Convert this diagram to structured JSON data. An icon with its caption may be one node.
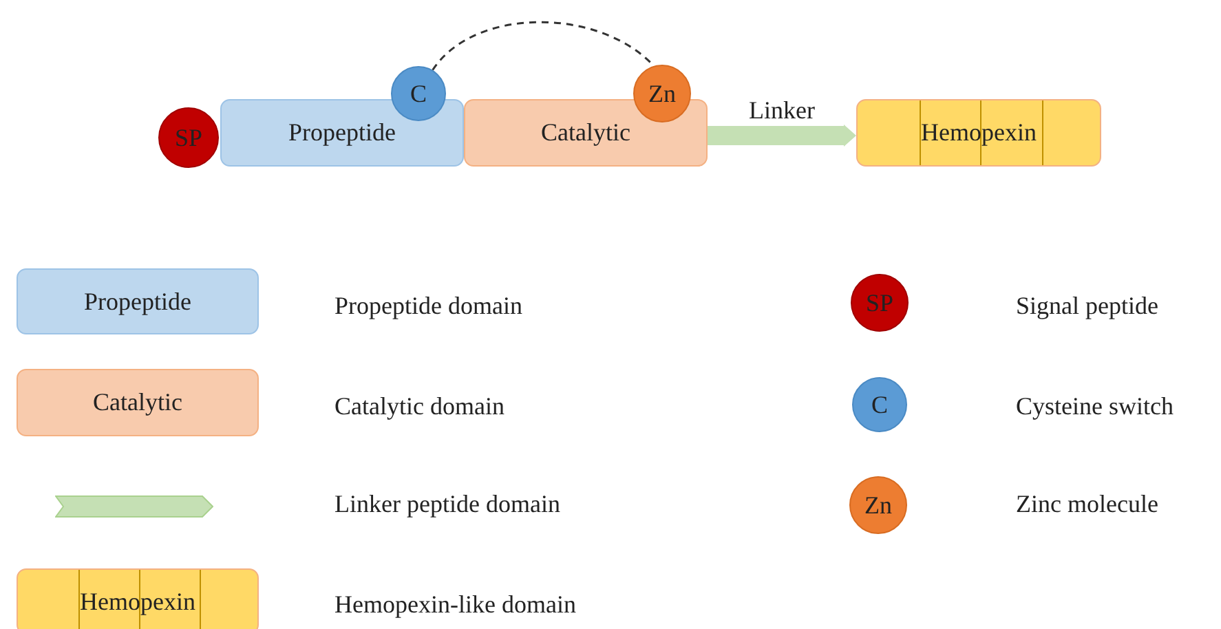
{
  "diagram": {
    "nodes": [
      {
        "text": [
          "SP"
        ]
      },
      {
        "text": [
          "Propeptide"
        ]
      },
      {
        "text": [
          "C"
        ]
      },
      {
        "text": [
          "Catalytic"
        ]
      },
      {
        "text": [
          "Zn"
        ]
      },
      {
        "text": [
          "Hemopexin"
        ]
      },
      {
        "text": [
          "Propeptide"
        ]
      },
      {
        "text": [
          "SP"
        ]
      },
      {
        "text": [
          "Catalytic"
        ]
      },
      {
        "text": [
          "C"
        ]
      },
      {
        "text": [],
        "shape": "chevron"
      },
      {
        "text": [
          "Zn"
        ]
      },
      {
        "text": [
          "Hemopexin"
        ]
      }
    ],
    "edges": [
      {
        "from": 2,
        "to": 4,
        "arrow": "none",
        "style": "dashed"
      },
      {
        "from": 3,
        "to": 5,
        "arrow": "to",
        "label": "Linker",
        "style": "thick",
        "color": "#c5e0b4"
      }
    ],
    "legend": [
      {
        "text": "Propeptide domain"
      },
      {
        "text": "Signal peptide"
      },
      {
        "text": "Catalytic domain"
      },
      {
        "text": "Cysteine switch"
      },
      {
        "text": "Linker peptide domain"
      },
      {
        "text": "Zinc molecule"
      },
      {
        "text": "Hemopexin-like domain"
      }
    ]
  }
}
